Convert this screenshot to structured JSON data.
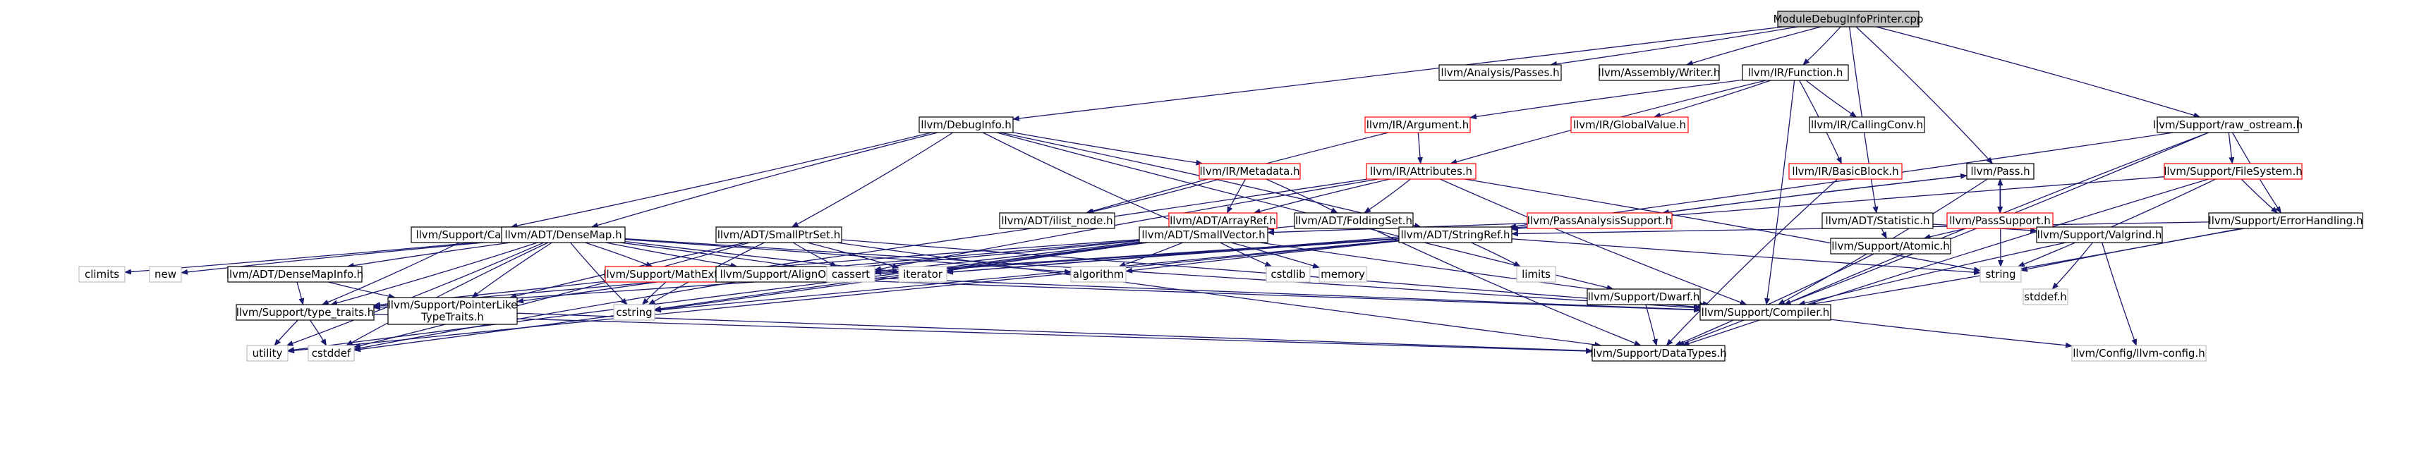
{
  "colors": {
    "edge": "#191970",
    "root_fill": "#bfbfbf",
    "root_border": "#000000",
    "node_fill": "#ffffff",
    "normal_border": "#000000",
    "red_border": "#ff0000",
    "grey_border": "#bfbfbf",
    "text": "#000000"
  },
  "nodes": [
    {
      "id": "root",
      "label": "ModuleDebugInfoPrinter.cpp",
      "style": "root"
    },
    {
      "id": "passes",
      "label": "llvm/Analysis/Passes.h",
      "style": "normal"
    },
    {
      "id": "writer",
      "label": "llvm/Assembly/Writer.h",
      "style": "normal"
    },
    {
      "id": "function",
      "label": "llvm/IR/Function.h",
      "style": "normal"
    },
    {
      "id": "debuginfo",
      "label": "llvm/DebugInfo.h",
      "style": "normal"
    },
    {
      "id": "argument",
      "label": "llvm/IR/Argument.h",
      "style": "red"
    },
    {
      "id": "globalvalue",
      "label": "llvm/IR/GlobalValue.h",
      "style": "red"
    },
    {
      "id": "callingconv",
      "label": "llvm/IR/CallingConv.h",
      "style": "normal"
    },
    {
      "id": "raw_ostream",
      "label": "llvm/Support/raw_ostream.h",
      "style": "normal"
    },
    {
      "id": "metadata",
      "label": "llvm/IR/Metadata.h",
      "style": "red"
    },
    {
      "id": "attributes",
      "label": "llvm/IR/Attributes.h",
      "style": "red"
    },
    {
      "id": "basicblock",
      "label": "llvm/IR/BasicBlock.h",
      "style": "red"
    },
    {
      "id": "pass",
      "label": "llvm/Pass.h",
      "style": "normal"
    },
    {
      "id": "filesystem",
      "label": "llvm/Support/FileSystem.h",
      "style": "red"
    },
    {
      "id": "ilist_node",
      "label": "llvm/ADT/ilist_node.h",
      "style": "normal"
    },
    {
      "id": "arrayref",
      "label": "llvm/ADT/ArrayRef.h",
      "style": "red"
    },
    {
      "id": "foldingset",
      "label": "llvm/ADT/FoldingSet.h",
      "style": "normal"
    },
    {
      "id": "passanalysis",
      "label": "llvm/PassAnalysisSupport.h",
      "style": "red"
    },
    {
      "id": "passsupport",
      "label": "llvm/PassSupport.h",
      "style": "red"
    },
    {
      "id": "statistic",
      "label": "llvm/ADT/Statistic.h",
      "style": "normal"
    },
    {
      "id": "errorhandling",
      "label": "llvm/Support/ErrorHandling.h",
      "style": "normal"
    },
    {
      "id": "casting",
      "label": "llvm/Support/Casting.h",
      "style": "normal"
    },
    {
      "id": "densemap",
      "label": "llvm/ADT/DenseMap.h",
      "style": "normal"
    },
    {
      "id": "smallptrset",
      "label": "llvm/ADT/SmallPtrSet.h",
      "style": "normal"
    },
    {
      "id": "smallvector",
      "label": "llvm/ADT/SmallVector.h",
      "style": "normal"
    },
    {
      "id": "stringref",
      "label": "llvm/ADT/StringRef.h",
      "style": "normal"
    },
    {
      "id": "atomic",
      "label": "llvm/Support/Atomic.h",
      "style": "normal"
    },
    {
      "id": "valgrind",
      "label": "llvm/Support/Valgrind.h",
      "style": "normal"
    },
    {
      "id": "climits",
      "label": "climits",
      "style": "grey"
    },
    {
      "id": "new",
      "label": "new",
      "style": "grey"
    },
    {
      "id": "densemapinfo",
      "label": "llvm/ADT/DenseMapInfo.h",
      "style": "normal"
    },
    {
      "id": "mathextras",
      "label": "llvm/Support/MathExtras.h",
      "style": "red"
    },
    {
      "id": "alignof",
      "label": "llvm/Support/AlignOf.h",
      "style": "normal"
    },
    {
      "id": "cassert",
      "label": "cassert",
      "style": "grey"
    },
    {
      "id": "iterator",
      "label": "iterator",
      "style": "grey"
    },
    {
      "id": "algorithm",
      "label": "algorithm",
      "style": "grey"
    },
    {
      "id": "cstdlib",
      "label": "cstdlib",
      "style": "grey"
    },
    {
      "id": "memory",
      "label": "memory",
      "style": "grey"
    },
    {
      "id": "limits",
      "label": "limits",
      "style": "grey"
    },
    {
      "id": "dwarf",
      "label": "llvm/Support/Dwarf.h",
      "style": "normal"
    },
    {
      "id": "string",
      "label": "string",
      "style": "grey"
    },
    {
      "id": "stddef",
      "label": "stddef.h",
      "style": "grey"
    },
    {
      "id": "typetraits",
      "label": "llvm/Support/type_traits.h",
      "style": "normal"
    },
    {
      "id": "pointerlike",
      "label": "llvm/Support/PointerLike\nTypeTraits.h",
      "style": "normal"
    },
    {
      "id": "cstring",
      "label": "cstring",
      "style": "grey"
    },
    {
      "id": "compiler",
      "label": "llvm/Support/Compiler.h",
      "style": "normal"
    },
    {
      "id": "utility",
      "label": "utility",
      "style": "grey"
    },
    {
      "id": "cstddef",
      "label": "cstddef",
      "style": "grey"
    },
    {
      "id": "datatypes",
      "label": "llvm/Support/DataTypes.h",
      "style": "normal"
    },
    {
      "id": "llvmconfig",
      "label": "llvm/Config/llvm-config.h",
      "style": "grey"
    }
  ],
  "edges": [
    [
      "root",
      "passes"
    ],
    [
      "root",
      "writer"
    ],
    [
      "root",
      "function"
    ],
    [
      "root",
      "debuginfo"
    ],
    [
      "root",
      "pass"
    ],
    [
      "root",
      "statistic"
    ],
    [
      "root",
      "raw_ostream"
    ],
    [
      "function",
      "argument"
    ],
    [
      "function",
      "globalvalue"
    ],
    [
      "function",
      "callingconv"
    ],
    [
      "function",
      "basicblock"
    ],
    [
      "function",
      "attributes"
    ],
    [
      "function",
      "compiler"
    ],
    [
      "debuginfo",
      "metadata"
    ],
    [
      "debuginfo",
      "casting"
    ],
    [
      "debuginfo",
      "densemap"
    ],
    [
      "debuginfo",
      "smallptrset"
    ],
    [
      "debuginfo",
      "smallvector"
    ],
    [
      "debuginfo",
      "stringref"
    ],
    [
      "debuginfo",
      "dwarf"
    ],
    [
      "argument",
      "attributes"
    ],
    [
      "argument",
      "ilist_node"
    ],
    [
      "metadata",
      "ilist_node"
    ],
    [
      "metadata",
      "arrayref"
    ],
    [
      "metadata",
      "foldingset"
    ],
    [
      "attributes",
      "arrayref"
    ],
    [
      "attributes",
      "foldingset"
    ],
    [
      "attributes",
      "cassert"
    ],
    [
      "attributes",
      "string"
    ],
    [
      "attributes",
      "compiler"
    ],
    [
      "attributes",
      "pointerlike"
    ],
    [
      "basicblock",
      "datatypes"
    ],
    [
      "raw_ostream",
      "filesystem"
    ],
    [
      "raw_ostream",
      "errorhandling"
    ],
    [
      "raw_ostream",
      "stringref"
    ],
    [
      "raw_ostream",
      "compiler"
    ],
    [
      "raw_ostream",
      "datatypes"
    ],
    [
      "pass",
      "passanalysis"
    ],
    [
      "pass",
      "passsupport"
    ],
    [
      "pass",
      "string"
    ],
    [
      "pass",
      "compiler"
    ],
    [
      "passanalysis",
      "pass"
    ],
    [
      "passanalysis",
      "smallvector"
    ],
    [
      "passanalysis",
      "stringref"
    ],
    [
      "passsupport",
      "pass"
    ],
    [
      "passsupport",
      "atomic"
    ],
    [
      "passsupport",
      "valgrind"
    ],
    [
      "filesystem",
      "errorhandling"
    ],
    [
      "filesystem",
      "string"
    ],
    [
      "filesystem",
      "datatypes"
    ],
    [
      "filesystem",
      "iterator"
    ],
    [
      "statistic",
      "atomic"
    ],
    [
      "statistic",
      "valgrind"
    ],
    [
      "errorhandling",
      "stringref"
    ],
    [
      "errorhandling",
      "compiler"
    ],
    [
      "errorhandling",
      "string"
    ],
    [
      "arrayref",
      "smallvector"
    ],
    [
      "foldingset",
      "smallvector"
    ],
    [
      "foldingset",
      "stringref"
    ],
    [
      "foldingset",
      "datatypes"
    ],
    [
      "casting",
      "typetraits"
    ],
    [
      "densemap",
      "densemapinfo"
    ],
    [
      "densemap",
      "mathextras"
    ],
    [
      "densemap",
      "alignof"
    ],
    [
      "densemap",
      "typetraits"
    ],
    [
      "densemap",
      "pointerlike"
    ],
    [
      "densemap",
      "climits"
    ],
    [
      "densemap",
      "new"
    ],
    [
      "densemap",
      "cassert"
    ],
    [
      "densemap",
      "iterator"
    ],
    [
      "densemap",
      "algorithm"
    ],
    [
      "densemap",
      "cstring"
    ],
    [
      "densemap",
      "utility"
    ],
    [
      "densemap",
      "cstddef"
    ],
    [
      "densemap",
      "compiler"
    ],
    [
      "smallptrset",
      "pointerlike"
    ],
    [
      "smallptrset",
      "compiler"
    ],
    [
      "smallptrset",
      "cassert"
    ],
    [
      "smallptrset",
      "iterator"
    ],
    [
      "smallptrset",
      "cstring"
    ],
    [
      "smallptrset",
      "cstddef"
    ],
    [
      "smallptrset",
      "datatypes"
    ],
    [
      "smallvector",
      "alignof"
    ],
    [
      "smallvector",
      "mathextras"
    ],
    [
      "smallvector",
      "typetraits"
    ],
    [
      "smallvector",
      "compiler"
    ],
    [
      "smallvector",
      "cassert"
    ],
    [
      "smallvector",
      "iterator"
    ],
    [
      "smallvector",
      "algorithm"
    ],
    [
      "smallvector",
      "cstdlib"
    ],
    [
      "smallvector",
      "memory"
    ],
    [
      "smallvector",
      "cstring"
    ],
    [
      "smallvector",
      "cstddef"
    ],
    [
      "smallvector",
      "utility"
    ],
    [
      "stringref",
      "typetraits"
    ],
    [
      "stringref",
      "algorithm"
    ],
    [
      "stringref",
      "cassert"
    ],
    [
      "stringref",
      "cstring"
    ],
    [
      "stringref",
      "limits"
    ],
    [
      "stringref",
      "string"
    ],
    [
      "stringref",
      "utility"
    ],
    [
      "stringref",
      "iterator"
    ],
    [
      "atomic",
      "datatypes"
    ],
    [
      "valgrind",
      "compiler"
    ],
    [
      "valgrind",
      "stddef"
    ],
    [
      "valgrind",
      "llvmconfig"
    ],
    [
      "densemapinfo",
      "typetraits"
    ],
    [
      "densemapinfo",
      "pointerlike"
    ],
    [
      "mathextras",
      "compiler"
    ],
    [
      "mathextras",
      "cstring"
    ],
    [
      "mathextras",
      "typetraits"
    ],
    [
      "alignof",
      "cstddef"
    ],
    [
      "alignof",
      "compiler"
    ],
    [
      "dwarf",
      "compiler"
    ],
    [
      "dwarf",
      "datatypes"
    ],
    [
      "typetraits",
      "utility"
    ],
    [
      "typetraits",
      "cstddef"
    ],
    [
      "typetraits",
      "datatypes"
    ],
    [
      "pointerlike",
      "datatypes"
    ],
    [
      "compiler",
      "llvmconfig"
    ]
  ]
}
